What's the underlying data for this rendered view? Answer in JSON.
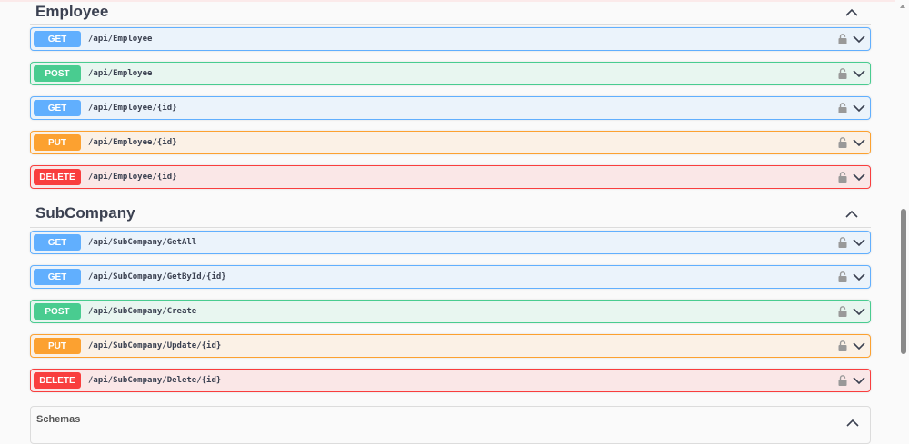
{
  "sections": [
    {
      "title": "Employee",
      "operations": [
        {
          "method": "GET",
          "path": "/api/Employee"
        },
        {
          "method": "POST",
          "path": "/api/Employee"
        },
        {
          "method": "GET",
          "path": "/api/Employee/{id}"
        },
        {
          "method": "PUT",
          "path": "/api/Employee/{id}"
        },
        {
          "method": "DELETE",
          "path": "/api/Employee/{id}"
        }
      ]
    },
    {
      "title": "SubCompany",
      "operations": [
        {
          "method": "GET",
          "path": "/api/SubCompany/GetAll"
        },
        {
          "method": "GET",
          "path": "/api/SubCompany/GetById/{id}"
        },
        {
          "method": "POST",
          "path": "/api/SubCompany/Create"
        },
        {
          "method": "PUT",
          "path": "/api/SubCompany/Update/{id}"
        },
        {
          "method": "DELETE",
          "path": "/api/SubCompany/Delete/{id}"
        }
      ]
    }
  ],
  "schemas": {
    "title": "Schemas"
  },
  "icons": {
    "lock": "lock-icon",
    "expand": "chevron-down-icon",
    "collapse": "chevron-up-icon"
  },
  "colors": {
    "get": "#61affe",
    "post": "#49cc90",
    "put": "#fca130",
    "delete": "#f93e3e"
  }
}
